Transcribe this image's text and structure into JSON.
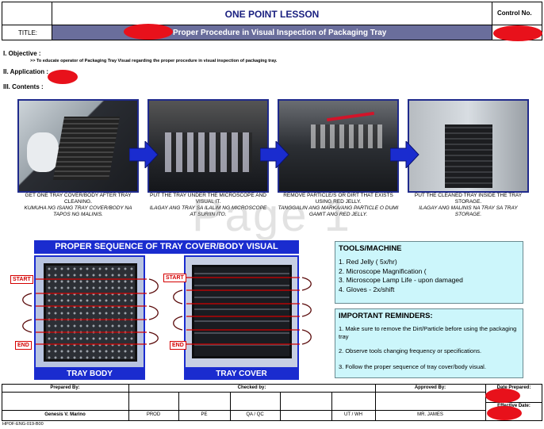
{
  "header": {
    "title": "ONE POINT LESSON",
    "control_label": "Control No.",
    "title_label": "TITLE:",
    "title_text": "Proper Procedure in Visual Inspection of Packaging Tray"
  },
  "sections": {
    "objective_label": "I. Objective :",
    "objective_text": ">> To educate operator of Packaging Tray Visual regarding the proper procedure in visual inspection of packaging tray.",
    "application_label": "II. Application :",
    "contents_label": "III. Contents :"
  },
  "steps": [
    {
      "en": "GET ONE TRAY COVER/BODY AFTER TRAY CLEANING.",
      "tl": "KUMUHA NG ISANG TRAY COVER/BODY NA TAPOS NG MALINIS."
    },
    {
      "en": "PUT THE TRAY UNDER THE MICROSCOPE AND VISUAL IT.",
      "tl": "ILAGAY ANG TRAY SA ILALIM NG MICROSCOPE AT SURIIN ITO."
    },
    {
      "en": "REMOVE PARTICLE/S OR DIRT THAT EXISTS USING RED JELLY.",
      "tl": "TANGGALIN ANG MARKA/ANG PARTICLE O DUMI GAMIT ANG RED JELLY."
    },
    {
      "en": "PUT THE CLEANED TRAY INSIDE THE TRAY STORAGE.",
      "tl": "ILAGAY ANG MALINIS NA TRAY SA TRAY STORAGE."
    }
  ],
  "watermark": "Page 1",
  "sequence": {
    "title": "PROPER SEQUENCE OF TRAY COVER/BODY VISUAL",
    "start": "START",
    "end": "END",
    "body_label": "TRAY BODY",
    "cover_label": "TRAY COVER"
  },
  "tools": {
    "heading": "TOOLS/MACHINE",
    "items": [
      "1. Red Jelly  ( 5x/hr)",
      "2. Microscope Magnification (",
      "3. Microscope Lamp Life - upon damaged",
      "4. Gloves - 2x/shift"
    ]
  },
  "reminders": {
    "heading": "IMPORTANT REMINDERS:",
    "items": [
      "1. Make sure to remove the Dirt/Particle before using the packaging tray",
      "2. Observe tools changing frequency or specifications.",
      "3. Follow the proper sequence of tray cover/body visual."
    ]
  },
  "footer": {
    "prepared_by": "Prepared By:",
    "checked_by": "Checked by:",
    "approved_by": "Approved By:",
    "date_prepared": "Date Prepared:",
    "effective_date": "Effective Date:",
    "preparer_name": "Genesis V. Marino",
    "dept_prod": "PROD",
    "dept_pe": "PE",
    "dept_qa": "QA / QC",
    "dept_ut": "UT / WH",
    "approver_name": "MR. JAMES",
    "form_no": "HPOF-ENG-019-B00"
  },
  "colors": {
    "accent_blue": "#1a2ccf",
    "title_bar": "#6a6e9c",
    "tools_bg": "#ccf6fb",
    "redaction": "#e8111b"
  }
}
